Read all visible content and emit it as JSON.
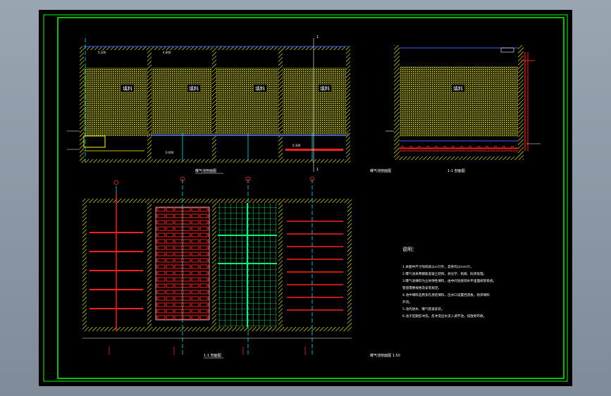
{
  "drawing": {
    "elevation_labels": [
      "5.200",
      "4.800",
      "0.300",
      "0.000"
    ],
    "fill_labels": [
      "填料",
      "填料",
      "填料",
      "填料"
    ],
    "right_fill_label": "填料",
    "titles": {
      "top_left": "曝气池剖面图",
      "top_right_a": "曝气池剖面图",
      "top_right_b": "1-1 剖面图",
      "bottom_left": "1-1 剖面图",
      "bottom_right": "曝气池剖面图 1:50"
    },
    "axis_markers": [
      "1",
      "1"
    ],
    "notes": {
      "heading": "说明：",
      "lines": [
        "1.本图中尺寸除标高以m计外，其余均以mm计。",
        "2.曝气池采用钢筋混凝土结构，抗化学、抗腐、防渗处理。",
        "3.曝气池填料为立体弹性填料，由中间池接到水平里面排管系统。",
        "   管道需要规格及安装规定。",
        "4.池中填料选用多孔烧结填料，出水口设置挡渣板，防渗填料",
        "   外流。",
        "5.池内进水、曝气管道安装。",
        "6.池子定期反冲洗，反冲洗出水流入调节池，排放到市政。"
      ]
    }
  },
  "colors": {
    "frame": "#00ff00",
    "fill_hatch": "#ffff00",
    "walls": "#ffff00",
    "pipes": "#ff2020",
    "dimension": "#4060ff",
    "axis": "#00e5e5",
    "text": "#ffffff"
  }
}
